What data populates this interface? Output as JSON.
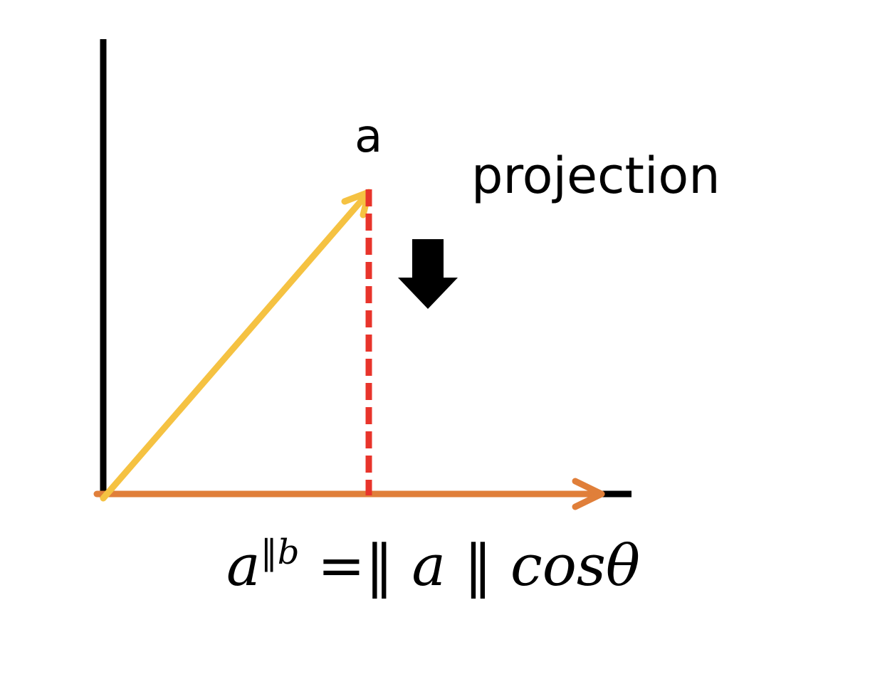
{
  "labels": {
    "vector_a": "a",
    "projection": "projection"
  },
  "formula": {
    "base": "a",
    "superscript": "‖b",
    "equals": " =‖ ",
    "a": "a",
    "norm_close": " ‖ ",
    "cos": "cosθ"
  },
  "colors": {
    "axes": "#000000",
    "vector_a": "#F5C242",
    "vector_b": "#E07F3A",
    "projection_line": "#E8342B",
    "arrow_down": "#000000"
  },
  "icons": {
    "projection_arrow": "arrow-down-icon"
  }
}
